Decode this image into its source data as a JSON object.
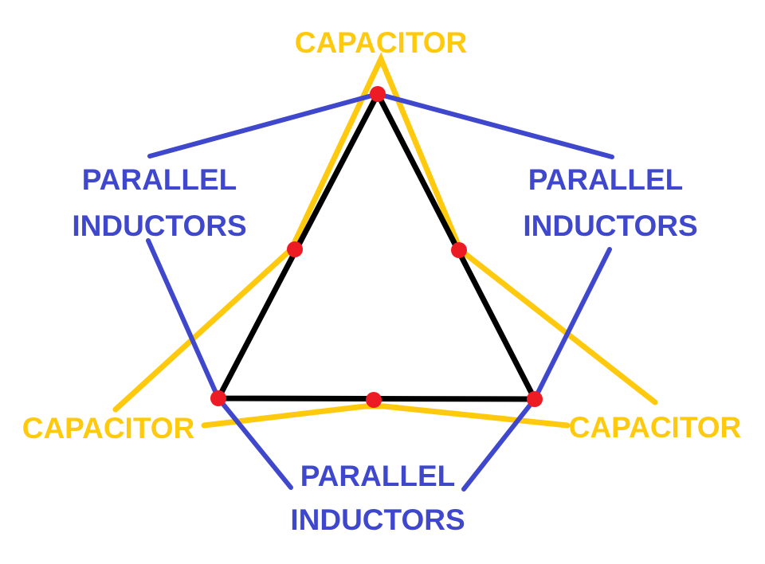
{
  "labels": {
    "capacitor_top": "CAPACITOR",
    "capacitor_left": "CAPACITOR",
    "capacitor_right": "CAPACITOR",
    "inductors_left": [
      "PARALLEL",
      "INDUCTORS"
    ],
    "inductors_right": [
      "PARALLEL",
      "INDUCTORS"
    ],
    "inductors_bottom": [
      "PARALLEL",
      "INDUCTORS"
    ]
  },
  "colors": {
    "capacitor": "#FFC90E",
    "inductor": "#3F48CC",
    "triangle": "#000000",
    "node": "#ED1C24"
  }
}
